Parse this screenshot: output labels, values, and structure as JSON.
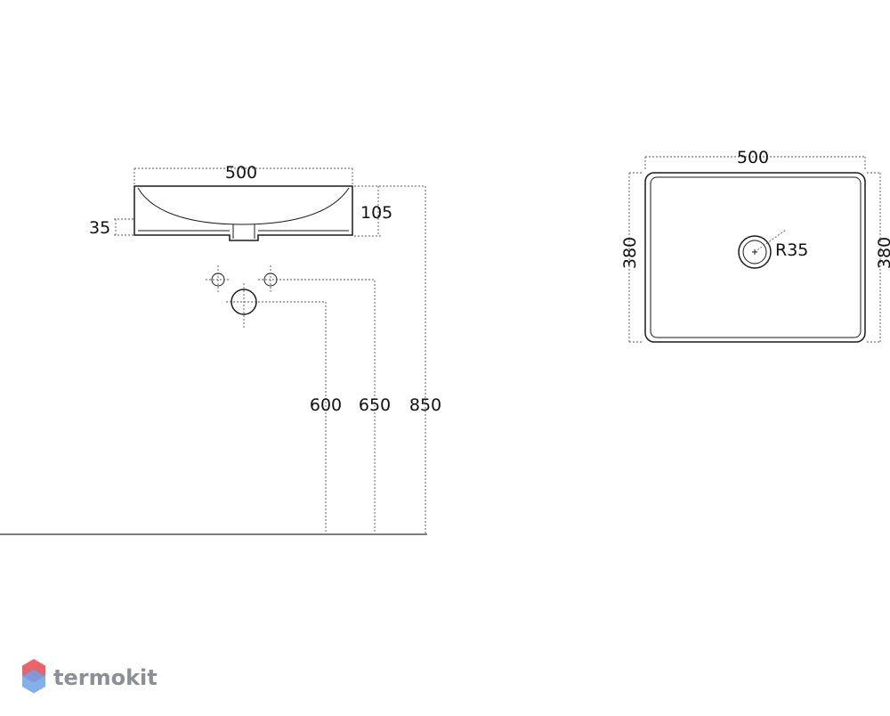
{
  "side_view": {
    "width_label": "500",
    "bowl_height_label": "105",
    "rim_height_label": "35",
    "tap_height_label": "600",
    "drain_height_label": "650",
    "top_height_label": "850"
  },
  "top_view": {
    "width_label": "500",
    "depth_left_label": "380",
    "depth_right_label": "380",
    "drain_radius_label": "R35"
  },
  "brand": {
    "name": "termokit",
    "colors": {
      "red": "#e8646a",
      "blue": "#6fa1e8",
      "gray": "#8a8f98"
    }
  }
}
